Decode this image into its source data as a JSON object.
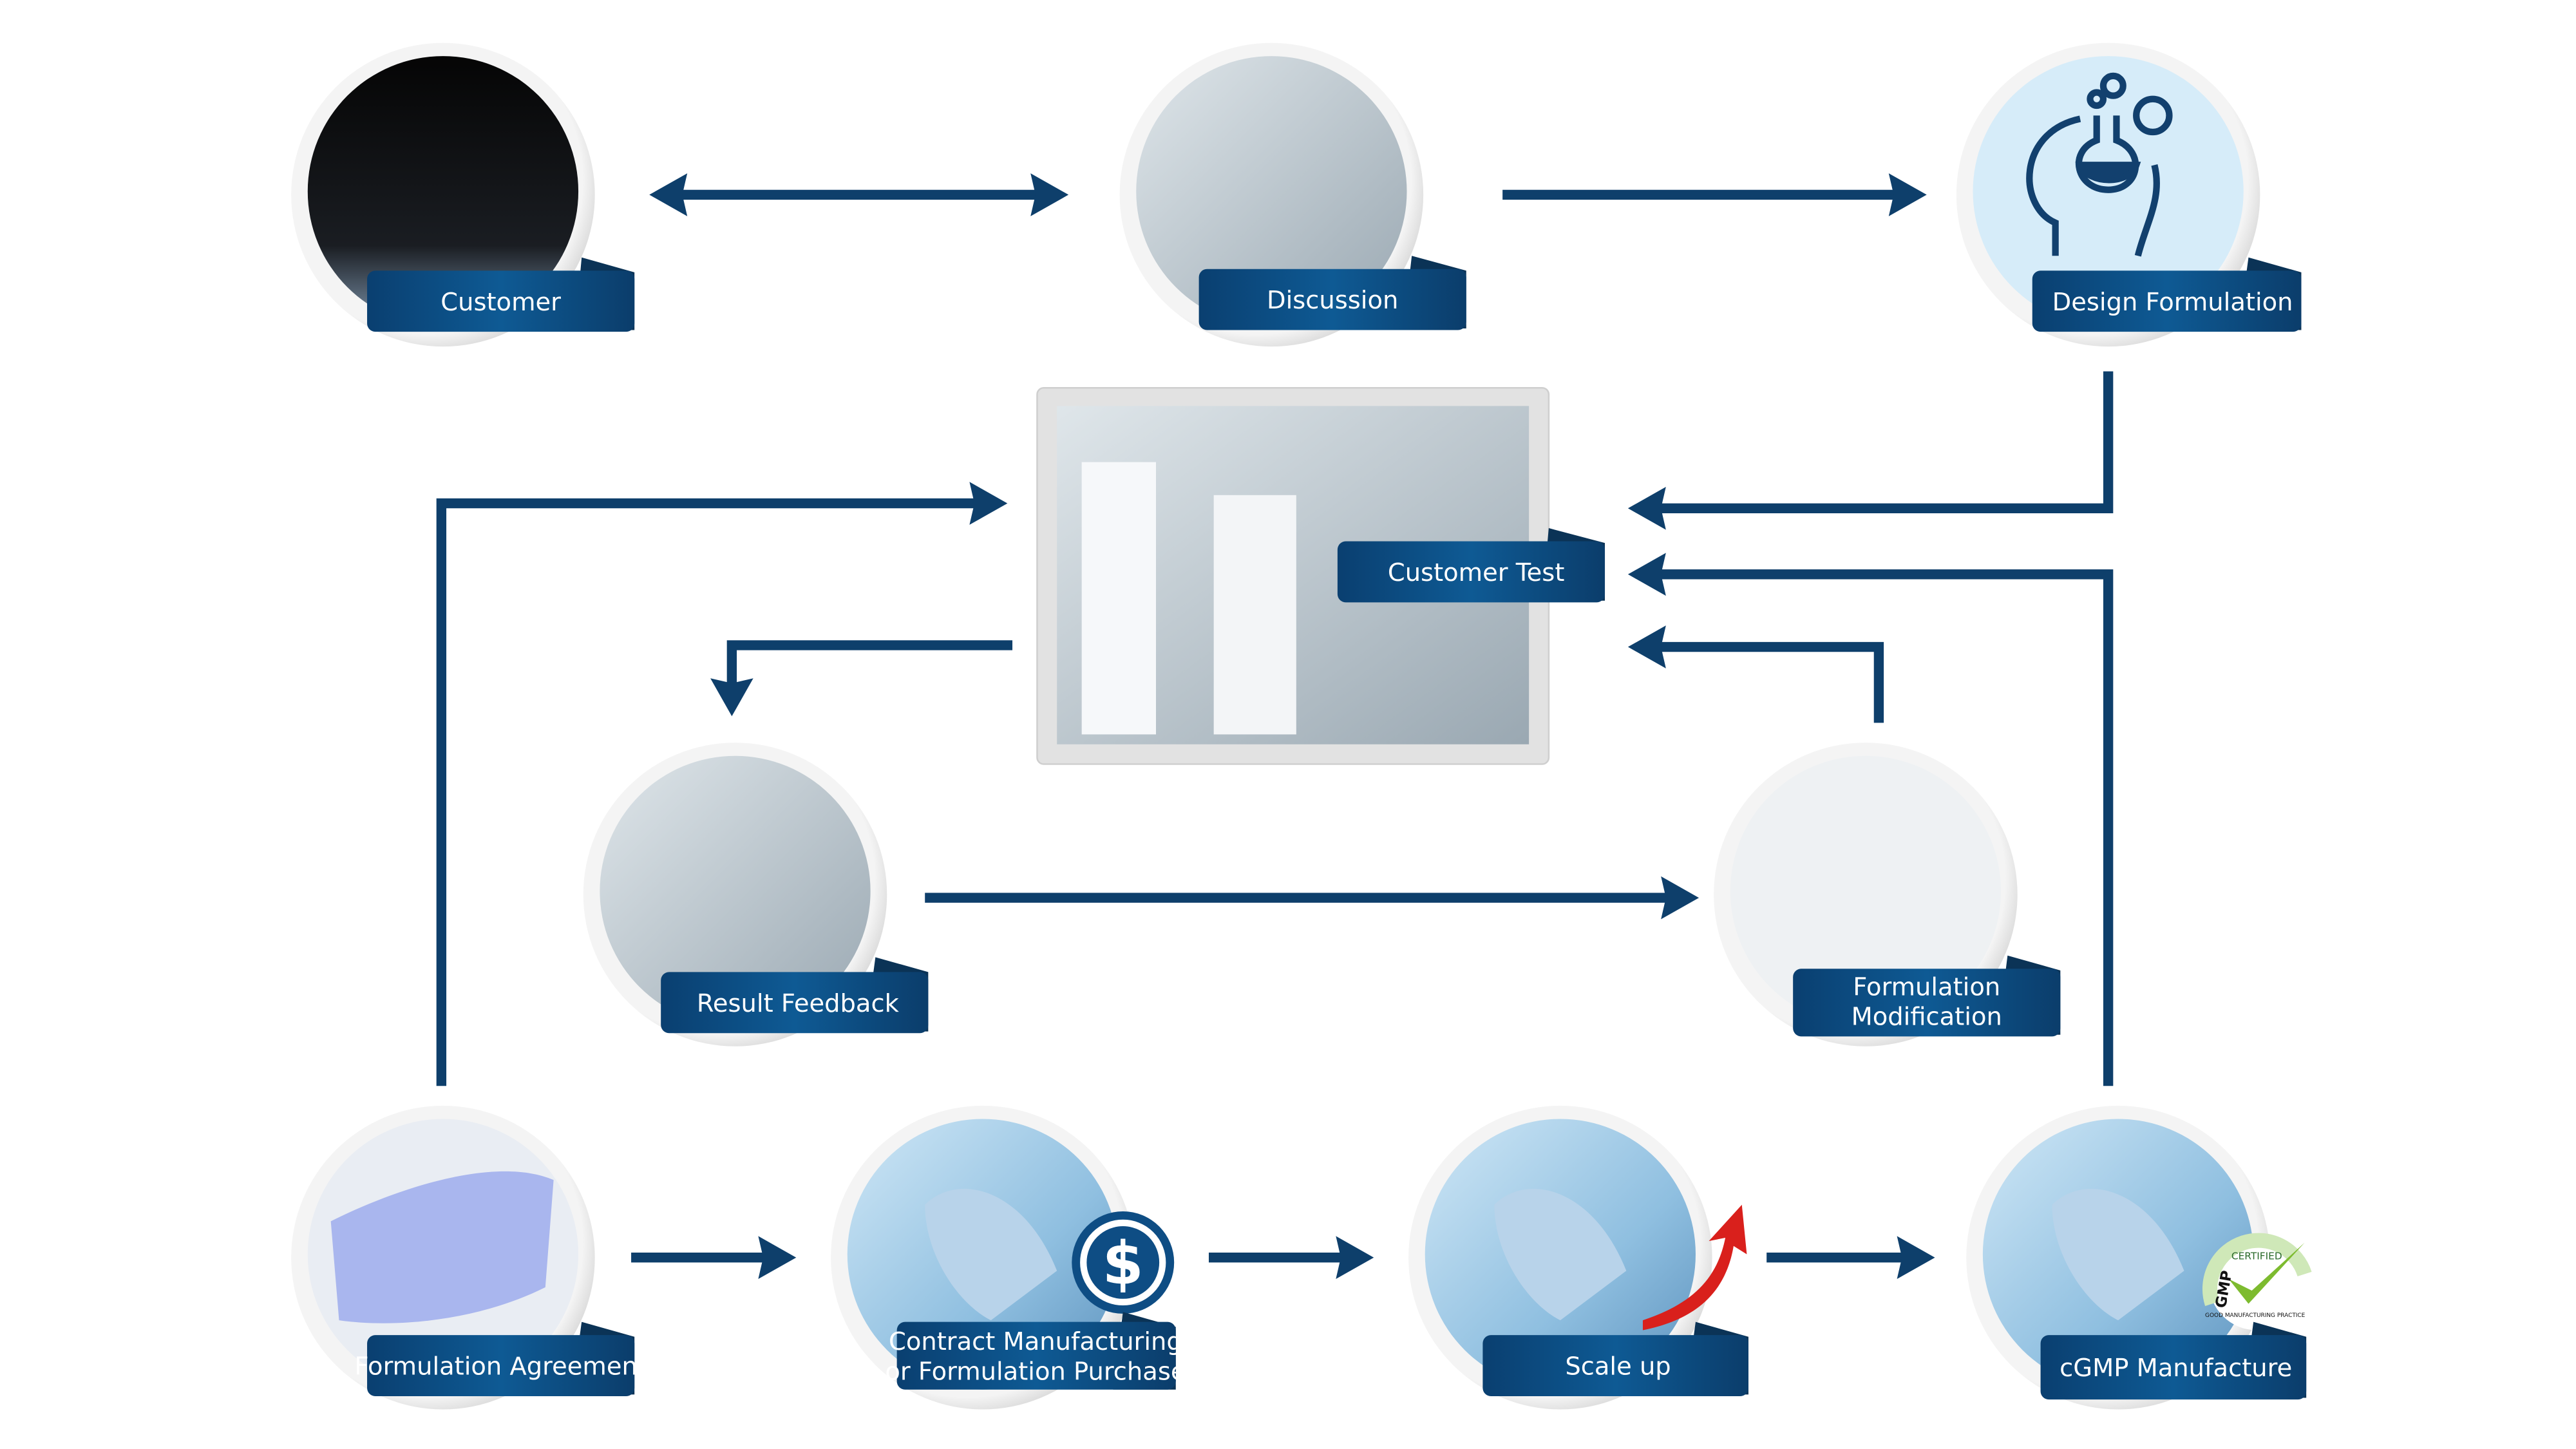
{
  "colors": {
    "arrow": "#0e3f6b",
    "label": "#0d4f86",
    "ring": "#d9d9d9"
  },
  "nodes": {
    "customer": "Customer",
    "discussion": "Discussion",
    "design_formulation": "Design Formulation",
    "customer_test": "Customer Test",
    "result_feedback": "Result Feedback",
    "formulation_modification": [
      "Formulation",
      "Modification"
    ],
    "formulation_agreement": "Formulation Agreement",
    "contract_manufacturing": [
      "Contract Manufacturing",
      "or Formulation Purchase"
    ],
    "scale_up": "Scale up",
    "cgmp_manufacture": "cGMP Manufacture"
  },
  "badge": {
    "top": "CERTIFIED",
    "side": "GMP",
    "bottom": "GOOD MANUFACTURING PRACTICE"
  },
  "icons": {
    "design": "head-gear-flask-icon",
    "contract": "dollar-icon",
    "scale": "growth-arrow-icon",
    "cgmp": "gmp-certified-badge"
  }
}
